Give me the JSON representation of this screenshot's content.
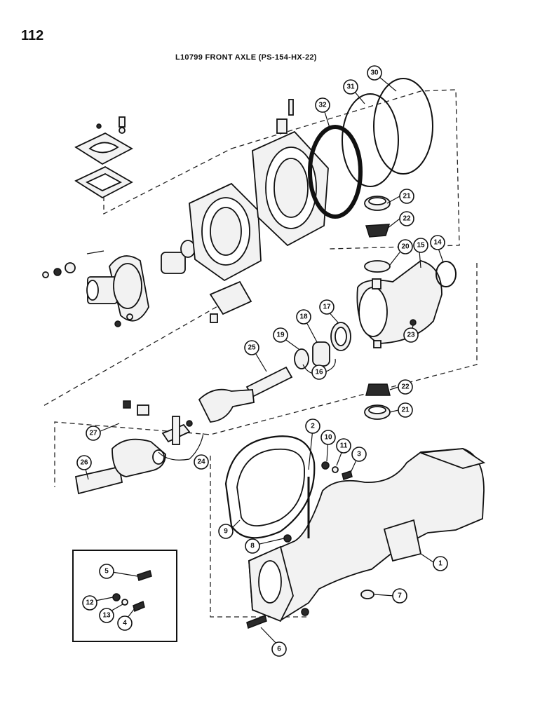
{
  "page": {
    "number": "112",
    "title": "L10799 FRONT AXLE (PS-154-HX-22)"
  },
  "callouts": [
    "1",
    "2",
    "3",
    "4",
    "5",
    "6",
    "7",
    "8",
    "9",
    "10",
    "11",
    "12",
    "13",
    "14",
    "15",
    "16",
    "17",
    "18",
    "19",
    "20",
    "21",
    "21",
    "22",
    "22",
    "23",
    "24",
    "25",
    "26",
    "27",
    "30",
    "31",
    "32"
  ],
  "colors": {
    "ink": "#111111",
    "paper": "#ffffff"
  }
}
